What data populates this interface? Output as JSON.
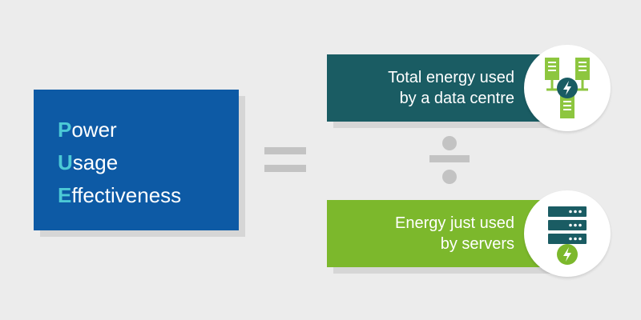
{
  "pue": {
    "lines": [
      {
        "initial": "P",
        "rest": "ower"
      },
      {
        "initial": "U",
        "rest": "sage"
      },
      {
        "initial": "E",
        "rest": "ffectiveness"
      }
    ]
  },
  "numerator": {
    "line1": "Total energy used",
    "line2": "by a data centre",
    "icon": "data-centre-servers-energy-icon"
  },
  "denominator": {
    "line1": "Energy just used",
    "line2": "by servers",
    "icon": "server-rack-energy-icon"
  },
  "colors": {
    "pue_box": "#0d5aa5",
    "pue_initials": "#4cc9d6",
    "numerator_box": "#1a5c63",
    "denominator_box": "#7cb82c",
    "operators": "#c3c3c3"
  }
}
